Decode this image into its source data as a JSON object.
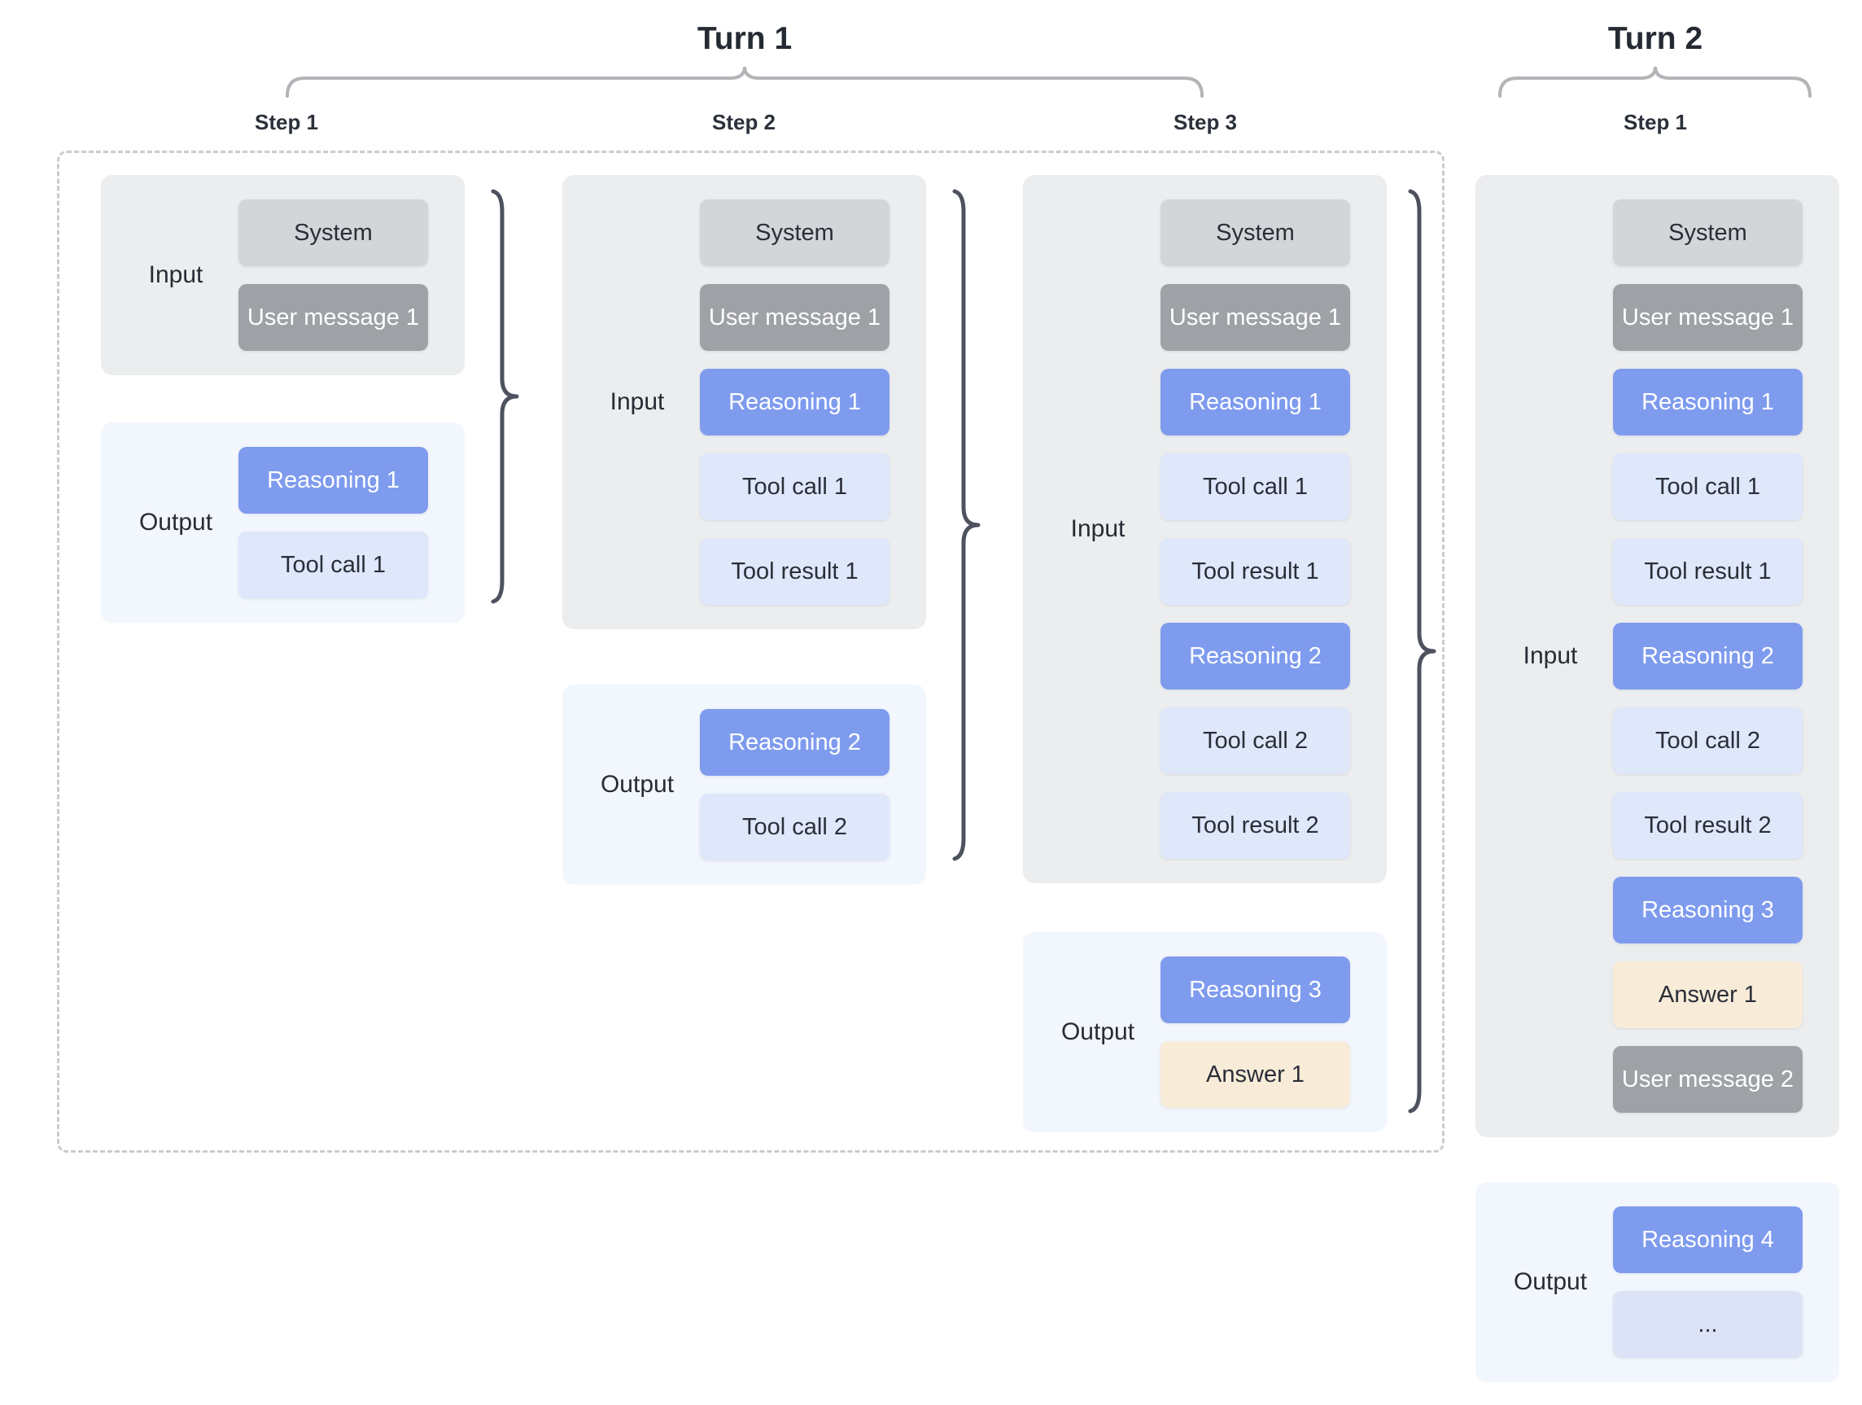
{
  "colors": {
    "reasoning_blue": "#7e9bee",
    "tool_light_blue": "#dfe7fb",
    "answer_cream": "#f8ecd9",
    "system_gray": "#d3d5d9",
    "user_message_gray": "#9ea1a6",
    "input_panel_gray": "#ebedef",
    "output_panel_blue": "#f2f6fd",
    "dashed_border": "#c9cbce",
    "top_brace": "#b2b4b8",
    "side_brace": "#4d525e"
  },
  "turn1": {
    "title": "Turn 1",
    "steps": [
      {
        "label": "Step 1",
        "input": {
          "label": "Input",
          "items": [
            {
              "label": "System",
              "type": "system"
            },
            {
              "label": "User message 1",
              "type": "user"
            }
          ]
        },
        "output": {
          "label": "Output",
          "items": [
            {
              "label": "Reasoning 1",
              "type": "reasoning"
            },
            {
              "label": "Tool call 1",
              "type": "tool"
            }
          ]
        }
      },
      {
        "label": "Step 2",
        "input": {
          "label": "Input",
          "items": [
            {
              "label": "System",
              "type": "system"
            },
            {
              "label": "User message 1",
              "type": "user"
            },
            {
              "label": "Reasoning 1",
              "type": "reasoning"
            },
            {
              "label": "Tool call 1",
              "type": "tool"
            },
            {
              "label": "Tool result 1",
              "type": "tool"
            }
          ]
        },
        "output": {
          "label": "Output",
          "items": [
            {
              "label": "Reasoning 2",
              "type": "reasoning"
            },
            {
              "label": "Tool call 2",
              "type": "tool"
            }
          ]
        }
      },
      {
        "label": "Step 3",
        "input": {
          "label": "Input",
          "items": [
            {
              "label": "System",
              "type": "system"
            },
            {
              "label": "User message 1",
              "type": "user"
            },
            {
              "label": "Reasoning 1",
              "type": "reasoning"
            },
            {
              "label": "Tool call 1",
              "type": "tool"
            },
            {
              "label": "Tool result 1",
              "type": "tool"
            },
            {
              "label": "Reasoning 2",
              "type": "reasoning"
            },
            {
              "label": "Tool call 2",
              "type": "tool"
            },
            {
              "label": "Tool result 2",
              "type": "tool"
            }
          ]
        },
        "output": {
          "label": "Output",
          "items": [
            {
              "label": "Reasoning 3",
              "type": "reasoning"
            },
            {
              "label": "Answer 1",
              "type": "answer"
            }
          ]
        }
      }
    ]
  },
  "turn2": {
    "title": "Turn 2",
    "steps": [
      {
        "label": "Step 1",
        "input": {
          "label": "Input",
          "items": [
            {
              "label": "System",
              "type": "system"
            },
            {
              "label": "User message 1",
              "type": "user"
            },
            {
              "label": "Reasoning 1",
              "type": "reasoning"
            },
            {
              "label": "Tool call 1",
              "type": "tool"
            },
            {
              "label": "Tool result 1",
              "type": "tool"
            },
            {
              "label": "Reasoning 2",
              "type": "reasoning"
            },
            {
              "label": "Tool call 2",
              "type": "tool"
            },
            {
              "label": "Tool result 2",
              "type": "tool"
            },
            {
              "label": "Reasoning 3",
              "type": "reasoning"
            },
            {
              "label": "Answer 1",
              "type": "answer"
            },
            {
              "label": "User message 2",
              "type": "user"
            }
          ]
        },
        "output": {
          "label": "Output",
          "items": [
            {
              "label": "Reasoning 4",
              "type": "reasoning"
            },
            {
              "label": "...",
              "type": "ellipsis"
            }
          ]
        }
      }
    ]
  }
}
